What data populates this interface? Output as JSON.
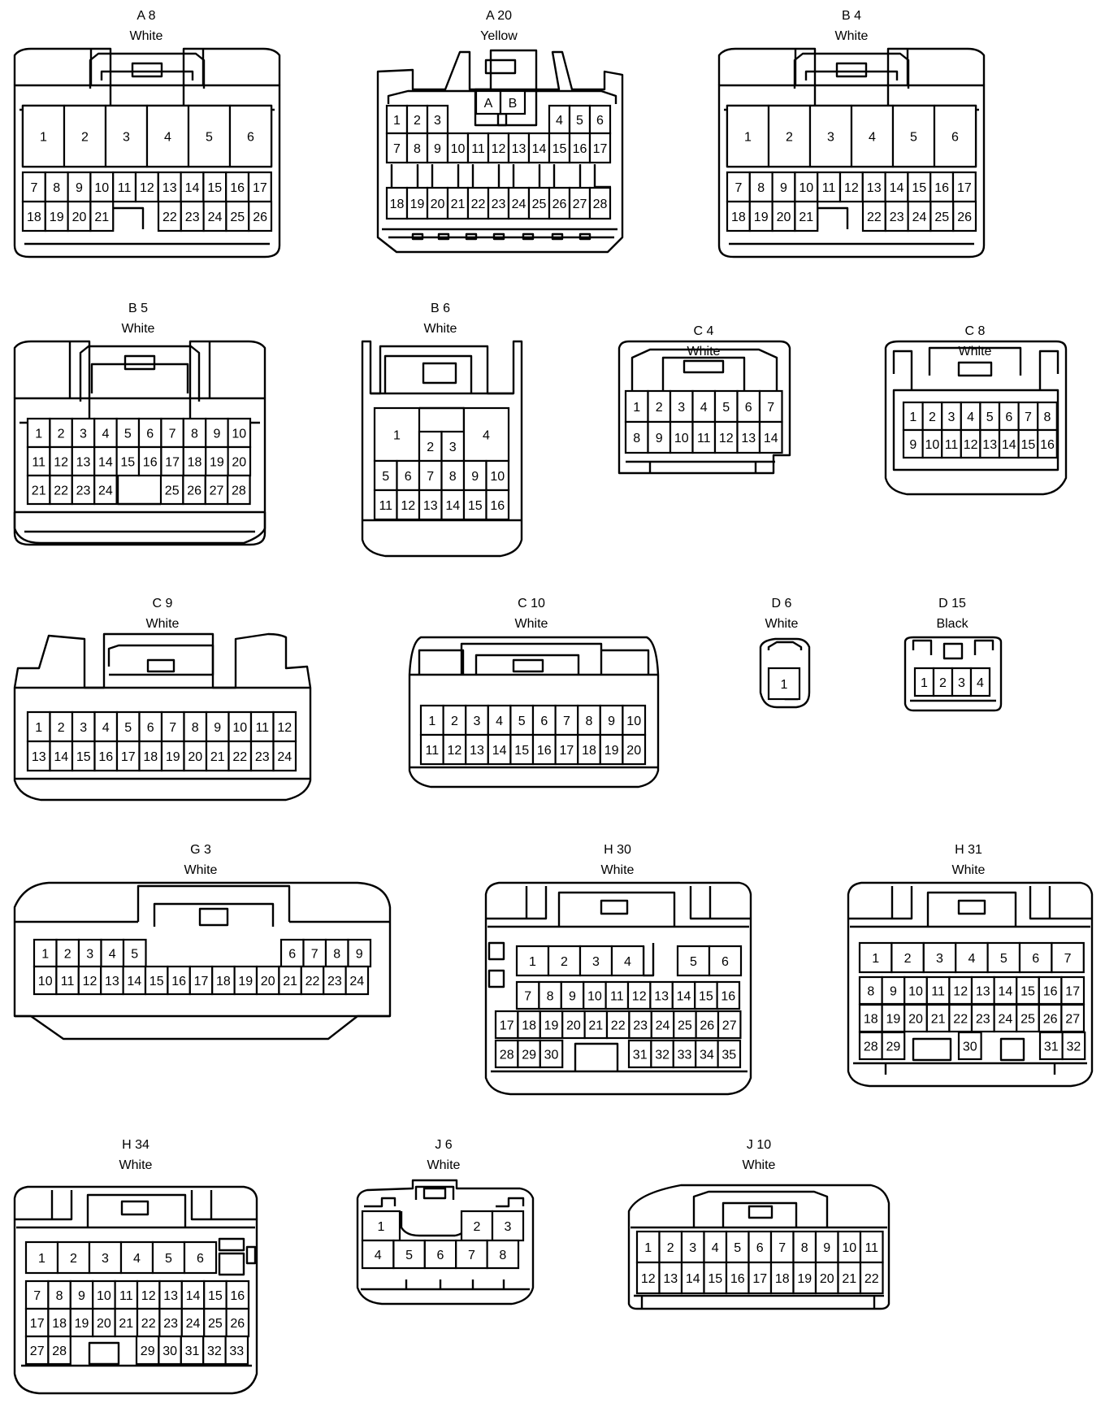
{
  "connectors": [
    {
      "id": "A 8",
      "color": "White",
      "pins": [
        "1",
        "2",
        "3",
        "4",
        "5",
        "6",
        "7",
        "8",
        "9",
        "10",
        "11",
        "12",
        "13",
        "14",
        "15",
        "16",
        "17",
        "18",
        "19",
        "20",
        "21",
        "22",
        "23",
        "24",
        "25",
        "26"
      ]
    },
    {
      "id": "A 20",
      "color": "Yellow",
      "pins": [
        "A",
        "B",
        "1",
        "2",
        "3",
        "4",
        "5",
        "6",
        "7",
        "8",
        "9",
        "10",
        "11",
        "12",
        "13",
        "14",
        "15",
        "16",
        "17",
        "18",
        "19",
        "20",
        "21",
        "22",
        "23",
        "24",
        "25",
        "26",
        "27",
        "28"
      ]
    },
    {
      "id": "B 4",
      "color": "White",
      "pins": [
        "1",
        "2",
        "3",
        "4",
        "5",
        "6",
        "7",
        "8",
        "9",
        "10",
        "11",
        "12",
        "13",
        "14",
        "15",
        "16",
        "17",
        "18",
        "19",
        "20",
        "21",
        "22",
        "23",
        "24",
        "25",
        "26"
      ]
    },
    {
      "id": "B 5",
      "color": "White",
      "pins": [
        "1",
        "2",
        "3",
        "4",
        "5",
        "6",
        "7",
        "8",
        "9",
        "10",
        "11",
        "12",
        "13",
        "14",
        "15",
        "16",
        "17",
        "18",
        "19",
        "20",
        "21",
        "22",
        "23",
        "24",
        "25",
        "26",
        "27",
        "28"
      ]
    },
    {
      "id": "B 6",
      "color": "White",
      "pins": [
        "1",
        "2",
        "3",
        "4",
        "5",
        "6",
        "7",
        "8",
        "9",
        "10",
        "11",
        "12",
        "13",
        "14",
        "15",
        "16"
      ]
    },
    {
      "id": "C 4",
      "color": "White",
      "pins": [
        "1",
        "2",
        "3",
        "4",
        "5",
        "6",
        "7",
        "8",
        "9",
        "10",
        "11",
        "12",
        "13",
        "14"
      ]
    },
    {
      "id": "C 8",
      "color": "White",
      "pins": [
        "1",
        "2",
        "3",
        "4",
        "5",
        "6",
        "7",
        "8",
        "9",
        "10",
        "11",
        "12",
        "13",
        "14",
        "15",
        "16"
      ]
    },
    {
      "id": "C 9",
      "color": "White",
      "pins": [
        "1",
        "2",
        "3",
        "4",
        "5",
        "6",
        "7",
        "8",
        "9",
        "10",
        "11",
        "12",
        "13",
        "14",
        "15",
        "16",
        "17",
        "18",
        "19",
        "20",
        "21",
        "22",
        "23",
        "24"
      ]
    },
    {
      "id": "C 10",
      "color": "White",
      "pins": [
        "1",
        "2",
        "3",
        "4",
        "5",
        "6",
        "7",
        "8",
        "9",
        "10",
        "11",
        "12",
        "13",
        "14",
        "15",
        "16",
        "17",
        "18",
        "19",
        "20"
      ]
    },
    {
      "id": "D 6",
      "color": "White",
      "pins": [
        "1"
      ]
    },
    {
      "id": "D 15",
      "color": "Black",
      "pins": [
        "1",
        "2",
        "3",
        "4"
      ]
    },
    {
      "id": "G 3",
      "color": "White",
      "pins": [
        "1",
        "2",
        "3",
        "4",
        "5",
        "6",
        "7",
        "8",
        "9",
        "10",
        "11",
        "12",
        "13",
        "14",
        "15",
        "16",
        "17",
        "18",
        "19",
        "20",
        "21",
        "22",
        "23",
        "24"
      ]
    },
    {
      "id": "H 30",
      "color": "White",
      "pins": [
        "1",
        "2",
        "3",
        "4",
        "5",
        "6",
        "7",
        "8",
        "9",
        "10",
        "11",
        "12",
        "13",
        "14",
        "15",
        "16",
        "17",
        "18",
        "19",
        "20",
        "21",
        "22",
        "23",
        "24",
        "25",
        "26",
        "27",
        "28",
        "29",
        "30",
        "31",
        "32",
        "33",
        "34",
        "35"
      ]
    },
    {
      "id": "H 31",
      "color": "White",
      "pins": [
        "1",
        "2",
        "3",
        "4",
        "5",
        "6",
        "7",
        "8",
        "9",
        "10",
        "11",
        "12",
        "13",
        "14",
        "15",
        "16",
        "17",
        "18",
        "19",
        "20",
        "21",
        "22",
        "23",
        "24",
        "25",
        "26",
        "27",
        "28",
        "29",
        "30",
        "31",
        "32"
      ]
    },
    {
      "id": "H 34",
      "color": "White",
      "pins": [
        "1",
        "2",
        "3",
        "4",
        "5",
        "6",
        "7",
        "8",
        "9",
        "10",
        "11",
        "12",
        "13",
        "14",
        "15",
        "16",
        "17",
        "18",
        "19",
        "20",
        "21",
        "22",
        "23",
        "24",
        "25",
        "26",
        "27",
        "28",
        "29",
        "30",
        "31",
        "32",
        "33"
      ]
    },
    {
      "id": "J 6",
      "color": "White",
      "pins": [
        "1",
        "2",
        "3",
        "4",
        "5",
        "6",
        "7",
        "8"
      ]
    },
    {
      "id": "J 10",
      "color": "White",
      "pins": [
        "1",
        "2",
        "3",
        "4",
        "5",
        "6",
        "7",
        "8",
        "9",
        "10",
        "11",
        "12",
        "13",
        "14",
        "15",
        "16",
        "17",
        "18",
        "19",
        "20",
        "21",
        "22"
      ]
    }
  ]
}
